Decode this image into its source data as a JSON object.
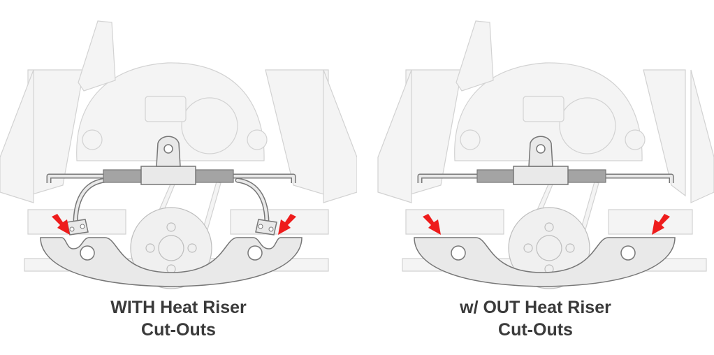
{
  "panels": [
    {
      "id": "with",
      "caption_line1": "WITH Heat Riser",
      "caption_line2": "Cut-Outs",
      "has_heat_riser": true
    },
    {
      "id": "without",
      "caption_line1": "w/ OUT Heat Riser",
      "caption_line2": "Cut-Outs",
      "has_heat_riser": false
    }
  ],
  "colors": {
    "ghost_fill": "#f4f4f4",
    "ghost_stroke": "#d2d2d2",
    "part_fill": "#e9e9e9",
    "part_stroke": "#777777",
    "band_fill": "#a4a4a4",
    "arrow": "#ee1c1c",
    "caption": "#3a3a3a"
  },
  "icons": [
    "red-arrow-icon"
  ]
}
